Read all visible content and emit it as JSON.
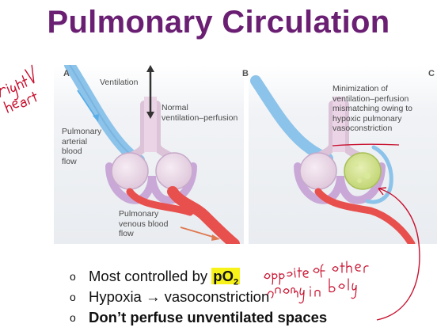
{
  "title": "Pulmonary Circulation",
  "panels": {
    "a": "A",
    "b": "B",
    "c": "C"
  },
  "figure_labels": {
    "ventilation": "Ventilation",
    "normal_line1": "Normal",
    "normal_line2": "ventilation–perfusion",
    "arterial_line1": "Pulmonary",
    "arterial_line2": "arterial",
    "arterial_line3": "blood",
    "arterial_line4": "flow",
    "venous_line1": "Pulmonary",
    "venous_line2": "venous blood",
    "venous_line3": "flow",
    "min_line1": "Minimization of",
    "min_line2": "ventilation–perfusion",
    "min_line3": "mismatching owing to",
    "min_line4": "hypoxic pulmonary",
    "min_line5": "vasoconstriction"
  },
  "bullets": [
    {
      "marker": "o",
      "text": "Most controlled by ",
      "highlight": "pO",
      "sub": "2"
    },
    {
      "marker": "o",
      "text": "Hypoxia → vasoconstriction"
    },
    {
      "marker": "o",
      "text": "Don’t perfuse unventilated spaces"
    }
  ],
  "handwriting": {
    "left_note": "right heart",
    "right_note": "opposite of other anatomy in body"
  },
  "colors": {
    "title": "#6a1f73",
    "artery": "#8cc3ea",
    "vein": "#e8504e",
    "alveolus": "#ead4e6",
    "hypoxic_alveolus": "#cfe08a",
    "highlight": "#f6f21a",
    "ink": "#c8102e"
  }
}
